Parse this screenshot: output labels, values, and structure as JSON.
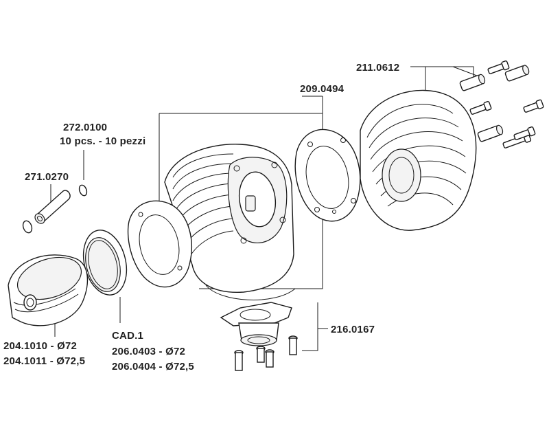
{
  "labels": {
    "head_code": "211.0612",
    "head_gasket_code": "209.0494",
    "clip_code": "272.0100",
    "clip_qty": "10 pcs. - 10 pezzi",
    "pin_code": "271.0270",
    "piston_code_1": "204.1010 - Ø72",
    "piston_code_2": "204.1011 - Ø72,5",
    "rings_title": "CAD.1",
    "rings_code_1": "206.0403 - Ø72",
    "rings_code_2": "206.0404 - Ø72,5",
    "manifold_code": "216.0167"
  },
  "colors": {
    "line": "#1a1a1a",
    "text": "#222222",
    "background": "#ffffff"
  }
}
